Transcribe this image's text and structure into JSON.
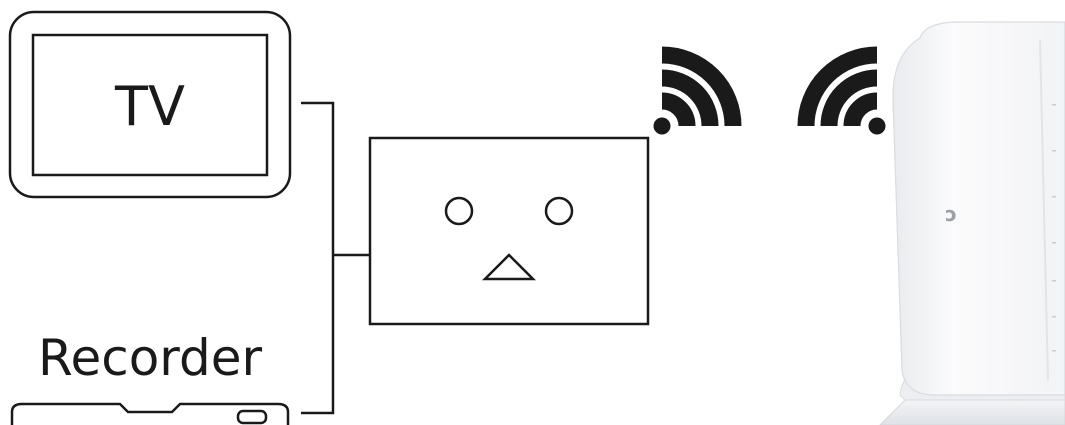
{
  "tv": {
    "label": "TV"
  },
  "recorder": {
    "label": "Recorder"
  },
  "router": {
    "logo": "ↄ"
  },
  "colors": {
    "stroke": "#1a1a1a",
    "router_body": "#f7f8f9",
    "router_shade": "#e6e8eb",
    "background": "#ffffff"
  },
  "icons": {
    "tv": "tv-icon",
    "recorder": "recorder-icon",
    "adapter": "adapter-face-icon",
    "wifi_out": "wifi-signal-right-icon",
    "wifi_in": "wifi-signal-left-icon",
    "router": "router-icon"
  }
}
